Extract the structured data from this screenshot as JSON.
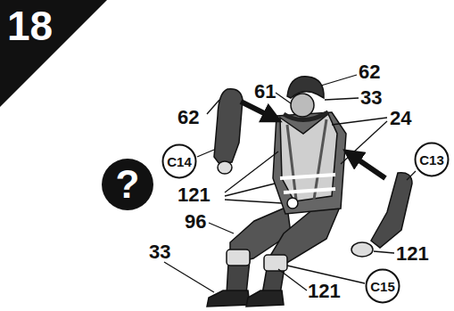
{
  "diagram": {
    "nodes": [
      {
        "text": [
          "18"
        ]
      },
      {
        "text": [
          "C14"
        ]
      },
      {
        "text": [
          "C13"
        ]
      },
      {
        "text": [
          "?"
        ]
      },
      {
        "text": [
          "C15"
        ]
      }
    ],
    "labels": [
      "62",
      "33",
      "61",
      "24",
      "62",
      "121",
      "96",
      "33",
      "121",
      "121"
    ]
  }
}
